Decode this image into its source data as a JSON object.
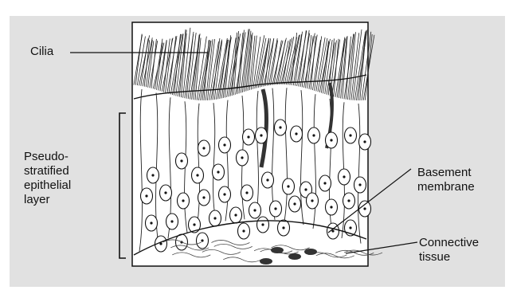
{
  "labels": {
    "cilia": "Cilia",
    "epithelial_layer": "Pseudo-\nstratified\nepithelial\nlayer",
    "basement_membrane": "Basement\nmembrane",
    "connective_tissue": "Connective\ntissue"
  },
  "colors": {
    "background_panel": "#e1e1e1",
    "tissue_fill": "#ffffff",
    "ink": "#111111"
  }
}
